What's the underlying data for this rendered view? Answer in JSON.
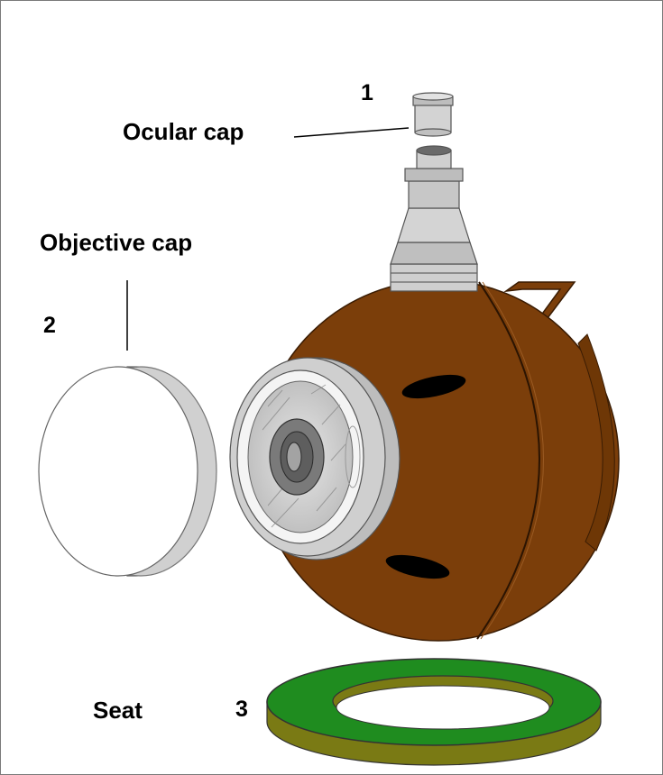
{
  "labels": {
    "ocular_number": "1",
    "ocular_name": "Ocular cap",
    "objective_name": "Objective cap",
    "objective_number": "2",
    "seat_name": "Seat",
    "seat_number": "3"
  },
  "colors": {
    "housing": "#7b3e0a",
    "housing_dark": "#5e2e05",
    "cap_fill": "#ffffff",
    "metal_gray": "#c9c9c9",
    "seat_top": "#1f8c1f",
    "seat_side": "#7a7a14",
    "outline": "#333333"
  }
}
